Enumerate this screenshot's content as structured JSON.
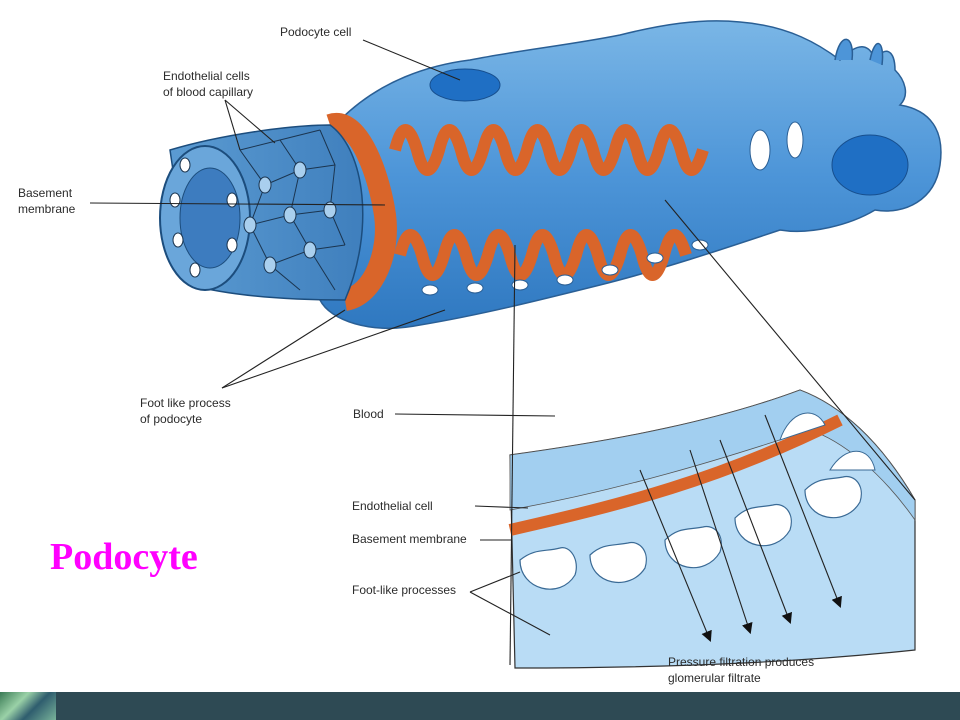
{
  "title": "Podocyte",
  "colors": {
    "title": "#ff00ff",
    "cell_blue": "#4d95d8",
    "cell_light": "#8fc3ea",
    "membrane_orange": "#d9652a",
    "nucleus": "#1f6fc4",
    "footer_bar": "#2e4a54"
  },
  "labels": {
    "podocyte_cell": "Podocyte cell",
    "endothelial_cells_line1": "Endothelial cells",
    "endothelial_cells_line2": "of blood capillary",
    "basement_membrane_line1": "Basement",
    "basement_membrane_line2": "membrane",
    "foot_process_line1": "Foot like process",
    "foot_process_line2": "of podocyte",
    "blood": "Blood",
    "endothelial_cell": "Endothelial cell",
    "basement_membrane": "Basement membrane",
    "foot_like_processes": "Foot-like processes",
    "pressure_line1": "Pressure filtration produces",
    "pressure_line2": "glomerular filtrate"
  }
}
